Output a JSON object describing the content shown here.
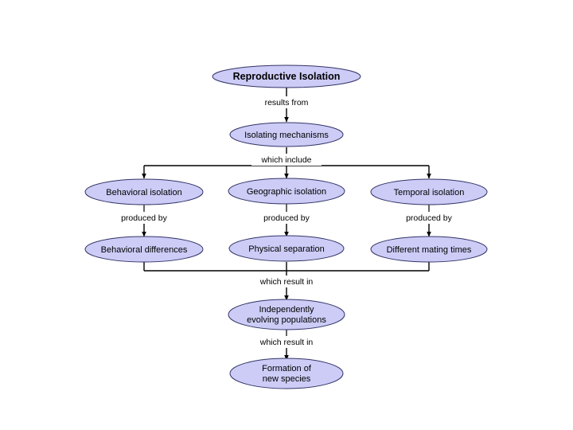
{
  "diagram": {
    "title": "Reproductive Isolation",
    "background_color": "#ffffff",
    "node_fill_color": "#ccccf7",
    "node_stroke_color": "#333366",
    "connector_color": "#000000",
    "nodes": [
      {
        "id": "reproductive-isolation",
        "label": "Reproductive Isolation",
        "shape": "ellipse",
        "emphasis": "bold"
      },
      {
        "id": "isolating-mechanisms",
        "label": "Isolating mechanisms",
        "shape": "ellipse",
        "emphasis": "normal"
      },
      {
        "id": "behavioral-isolation",
        "label": "Behavioral isolation",
        "shape": "ellipse",
        "emphasis": "normal"
      },
      {
        "id": "geographic-isolation",
        "label": "Geographic isolation",
        "shape": "ellipse",
        "emphasis": "normal"
      },
      {
        "id": "temporal-isolation",
        "label": "Temporal isolation",
        "shape": "ellipse",
        "emphasis": "normal"
      },
      {
        "id": "behavioral-differences",
        "label": "Behavioral differences",
        "shape": "ellipse",
        "emphasis": "normal"
      },
      {
        "id": "physical-separation",
        "label": "Physical separation",
        "shape": "ellipse",
        "emphasis": "normal"
      },
      {
        "id": "different-mating-times",
        "label": "Different mating times",
        "shape": "ellipse",
        "emphasis": "normal"
      },
      {
        "id": "independently-evolving-populations",
        "label_line1": "Independently",
        "label_line2": "evolving populations",
        "shape": "ellipse",
        "emphasis": "normal"
      },
      {
        "id": "formation-of-new-species",
        "label_line1": "Formation of",
        "label_line2": "new species",
        "shape": "ellipse",
        "emphasis": "normal"
      }
    ],
    "edge_labels": {
      "results_from": "results from",
      "which_include": "which include",
      "produced_by_left": "produced by",
      "produced_by_middle": "produced by",
      "produced_by_right": "produced by",
      "which_result_in_1": "which result in",
      "which_result_in_2": "which result in"
    }
  }
}
